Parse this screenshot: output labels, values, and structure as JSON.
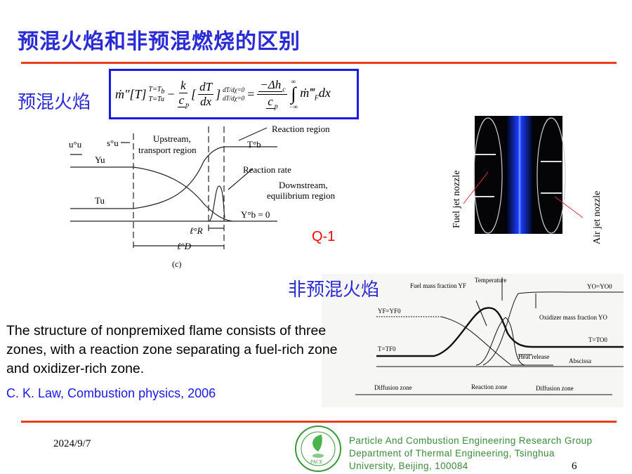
{
  "title": "预混火焰和非预混燃烧的区别",
  "premixed_label": "预混火焰",
  "equation": {
    "lhs1": "ṁ″[T]",
    "lim_top1": "T=T",
    "lim_top1_sub": "b",
    "lim_bot1": "T=Tu",
    "minus": "−",
    "k": "k",
    "cp": "c",
    "cp_sub": "p",
    "dT": "dT",
    "dx": "dx",
    "lim2": "dT/dχ=0",
    "eq": "=",
    "dh": "−Δh",
    "dh_sub": "c",
    "int": "∫",
    "inf": "∞",
    "neginf": "−∞",
    "rhs": "ṁ‴",
    "rhs_sub": "F",
    "rhs_dx": "dx"
  },
  "premixed_diagram": {
    "u": "u°u",
    "s": "s°u",
    "upstream": [
      "Upstream,",
      "transport  region"
    ],
    "reaction_region": "Reaction region",
    "tb": "T°b",
    "yu": "Yu",
    "reaction_rate": "Reaction rate",
    "downstream": [
      "Downstream,",
      "equilibrium region"
    ],
    "tu": "Tu",
    "yb": "Y°b = 0",
    "lr": "ℓ°R",
    "ld": "ℓ°D",
    "caption": "(c)"
  },
  "photo": {
    "fuel_label": "Fuel jet nozzle",
    "air_label": "Air jet nozzle"
  },
  "q_label": "Q-1",
  "nonpremixed_label": "非预混火焰",
  "nonpremixed_diagram": {
    "fuel": "Fuel mass fraction YF",
    "temperature": "Temperature",
    "yo": "YO=YO0",
    "yf": "YF=YF0",
    "oxidizer": "Oxidizer mass fraction YO",
    "to": "T=TO0",
    "tf": "T=TF0",
    "heat": "Heat release",
    "abscissa": "Abscissa",
    "zones": [
      "Diffusion zone",
      "Reaction zone",
      "Diffusion zone"
    ]
  },
  "description": "The structure of nonpremixed flame consists of three zones, with a reaction zone separating a fuel-rich zone and oxidizer-rich zone.",
  "citation": "C. K. Law, Combustion physics, 2006",
  "footer": {
    "date": "2024/9/7",
    "page": "6",
    "org": [
      "Particle And Combustion Engineering Research Group",
      "Department of Thermal Engineering, Tsinghua",
      "University, Beijing, 100084"
    ],
    "logo_text": "PACE"
  }
}
